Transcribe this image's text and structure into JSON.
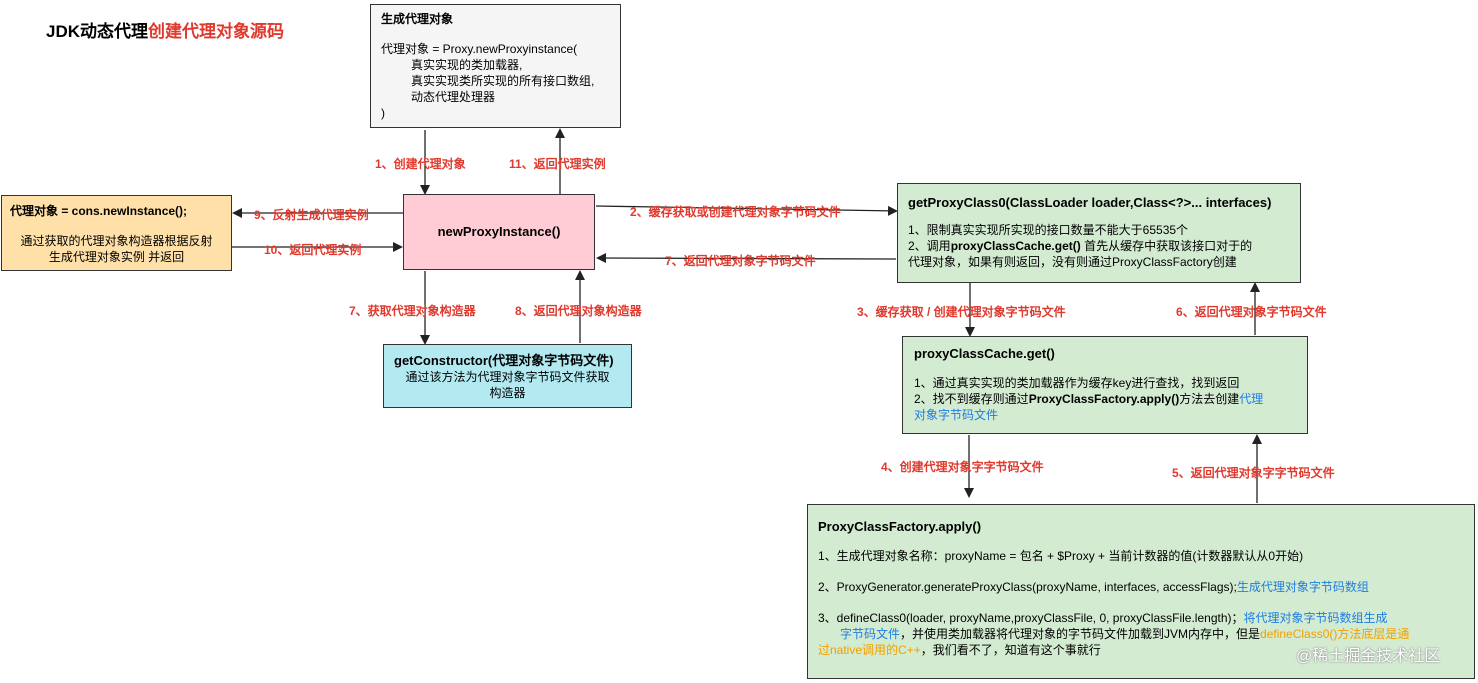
{
  "title": {
    "black": "JDK动态代理",
    "red": "创建代理对象源码"
  },
  "colors": {
    "red": "#e03a2e",
    "blue": "#1f7de0",
    "orange": "#f0a000"
  },
  "gen_box": {
    "title": "生成代理对象",
    "lines": [
      "代理对象 = Proxy.newProxyinstance(",
      "真实实现的类加载器,",
      "真实实现类所实现的所有接口数组,",
      "动态代理处理器",
      ")"
    ]
  },
  "left_box": {
    "title": "代理对象 = cons.newInstance();",
    "lines": [
      "通过获取的代理对象构造器根据反射",
      "生成代理对象实例 并返回"
    ]
  },
  "center_box": {
    "title": "newProxyInstance()"
  },
  "cons_box": {
    "title": "getConstructor(代理对象字节码文件)",
    "lines": [
      "通过该方法为代理对象字节码文件获取",
      "构造器"
    ]
  },
  "gpc_box": {
    "title": "getProxyClass0(ClassLoader loader,Class<?>... interfaces)",
    "line1": "1、限制真实实现所实现的接口数量不能大于65535个",
    "line2_a": "2、调用",
    "line2_b": "proxyClassCache.get()",
    "line2_c": " 首先从缓存中获取该接口对于的",
    "line3": "代理对象，如果有则返回，没有则通过ProxyClassFactory创建"
  },
  "cache_box": {
    "title": "proxyClassCache.get()",
    "line1": "1、通过真实实现的类加载器作为缓存key进行查找，找到返回",
    "line2_a": "2、找不到缓存则通过",
    "line2_b": "ProxyClassFactory.apply()",
    "line2_c": "方法去创建",
    "line2_d": "代理",
    "line3": "对象字节码文件"
  },
  "factory_box": {
    "title": "ProxyClassFactory.apply()",
    "line1": "1、生成代理对象名称：proxyName = 包名 + $Proxy + 当前计数器的值(计数器默认从0开始)",
    "line2_a": "2、ProxyGenerator.generateProxyClass(proxyName, interfaces, accessFlags);",
    "line2_b": "生成代理对象字节码数组",
    "line3_a": "3、defineClass0(loader, proxyName,proxyClassFile, 0, proxyClassFile.length)；",
    "line3_b": "将代理对象字节码数组生成",
    "line4_a": "字节码文件",
    "line4_b": "，并使用类加载器将代理对象的字节码文件加载到JVM内存中，但是",
    "line4_c": "defineClass0()方法底层是通",
    "line5_a": "过native调用的C++",
    "line5_b": "，我们看不了，知道有这个事就行"
  },
  "labels": {
    "l1": "1、创建代理对象",
    "l11": "11、返回代理实例",
    "l2": "2、缓存获取或创建代理对象字节码文件",
    "l7r": "7、返回代理对象字节码文件",
    "l9": "9、反射生成代理实例",
    "l10": "10、返回代理实例",
    "l7c": "7、获取代理对象构造器",
    "l8": "8、返回代理对象构造器",
    "l3": "3、缓存获取 / 创建代理对象字节码文件",
    "l6": "6、返回代理对象字节码文件",
    "l4": "4、创建代理对象字字节码文件",
    "l5": "5、返回代理对象字字节码文件"
  },
  "watermark": "@稀土掘金技术社区"
}
